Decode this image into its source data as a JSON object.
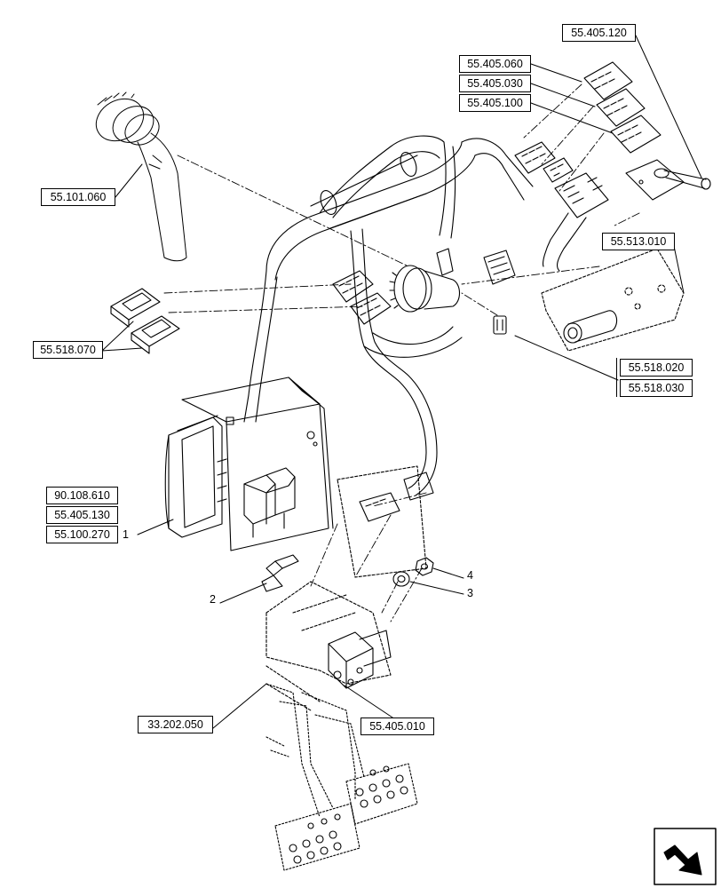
{
  "references": {
    "r_405_120": "55.405.120",
    "r_405_060": "55.405.060",
    "r_405_030": "55.405.030",
    "r_405_100": "55.405.100",
    "r_101_060": "55.101.060",
    "r_513_010": "55.513.010",
    "r_518_070": "55.518.070",
    "r_518_020": "55.518.020",
    "r_518_030": "55.518.030",
    "r_108_610": "90.108.610",
    "r_405_130": "55.405.130",
    "r_100_270": "55.100.270",
    "r_202_050": "33.202.050",
    "r_405_010": "55.405.010"
  },
  "item_numbers": {
    "n1": "1",
    "n2": "2",
    "n3": "3",
    "n4": "4"
  },
  "icons": {
    "nav_icon": "next-page-arrow-icon"
  }
}
